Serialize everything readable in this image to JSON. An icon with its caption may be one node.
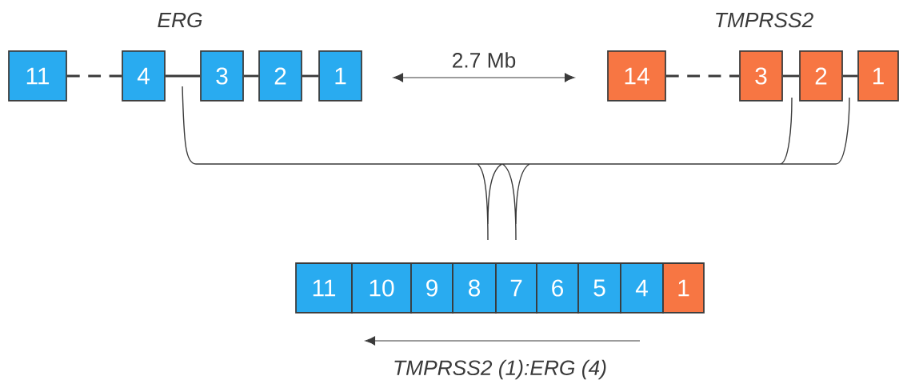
{
  "diagram": {
    "nodes": [
      {
        "text": [
          "11"
        ]
      },
      {
        "text": [
          "4"
        ]
      },
      {
        "text": [
          "3"
        ]
      },
      {
        "text": [
          "2"
        ]
      },
      {
        "text": [
          "1"
        ]
      },
      {
        "text": [
          "14"
        ]
      },
      {
        "text": [
          "3"
        ]
      },
      {
        "text": [
          "2"
        ]
      },
      {
        "text": [
          "1"
        ]
      },
      {
        "text": [
          "11"
        ]
      },
      {
        "text": [
          "10"
        ]
      },
      {
        "text": [
          "9"
        ]
      },
      {
        "text": [
          "8"
        ]
      },
      {
        "text": [
          "7"
        ]
      },
      {
        "text": [
          "6"
        ]
      },
      {
        "text": [
          "5"
        ]
      },
      {
        "text": [
          "4"
        ]
      },
      {
        "text": [
          "1"
        ]
      }
    ],
    "edges": [
      {
        "from": 0,
        "to": 1,
        "arrow": "none",
        "style": "dashed"
      },
      {
        "from": 1,
        "to": 2,
        "arrow": "none"
      },
      {
        "from": 2,
        "to": 3,
        "arrow": "none"
      },
      {
        "from": 3,
        "to": 4,
        "arrow": "none"
      },
      {
        "from": 5,
        "to": 6,
        "arrow": "none",
        "style": "dashed"
      },
      {
        "from": 6,
        "to": 7,
        "arrow": "none"
      },
      {
        "from": 7,
        "to": 8,
        "arrow": "none"
      }
    ],
    "labels": [
      "ERG",
      "TMPRSS2",
      "2.7 Mb",
      "TMPRSS2 (1):ERG (4)"
    ]
  }
}
